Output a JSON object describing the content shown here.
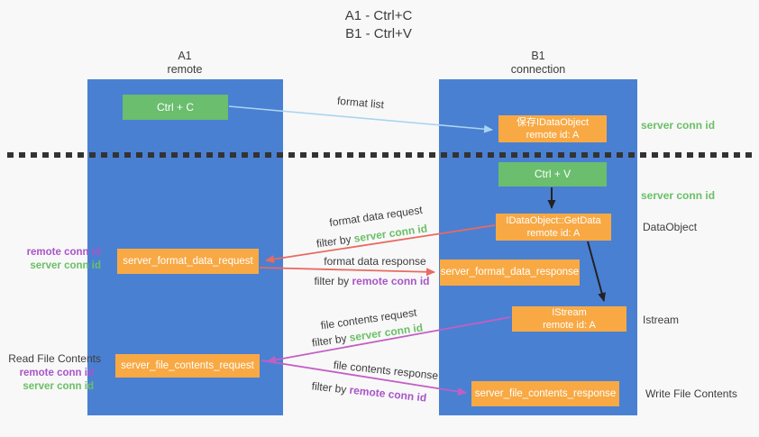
{
  "title": {
    "line1": "A1 - Ctrl+C",
    "line2": "B1 - Ctrl+V"
  },
  "lanes": {
    "a": {
      "id": "A1",
      "role": "remote"
    },
    "b": {
      "id": "B1",
      "role": "connection"
    }
  },
  "nodes": {
    "ctrl_c": {
      "label": "Ctrl + C"
    },
    "ctrl_v": {
      "label": "Ctrl + V"
    },
    "save_idataobject": {
      "line1": "保存IDataObject",
      "line2": "remote id: A"
    },
    "idataobject_getdata": {
      "line1": "IDataObject::GetData",
      "line2": "remote id: A"
    },
    "istream": {
      "line1": "IStream",
      "line2": "remote id: A"
    },
    "server_format_data_request": {
      "label": "server_format_data_request"
    },
    "server_format_data_response": {
      "label": "server_format_data_response"
    },
    "server_file_contents_request": {
      "label": "server_file_contents_request"
    },
    "server_file_contents_response": {
      "label": "server_file_contents_response"
    }
  },
  "edge_labels": {
    "format_list": "format list",
    "format_data_request": "format data request",
    "format_data_response": "format data response",
    "file_contents_request": "file contents request",
    "file_contents_response": "file contents response",
    "filter_by": "filter by",
    "server_conn_id": "server conn id",
    "remote_conn_id": "remote conn id"
  },
  "side_labels": {
    "left": {
      "remote_conn_id": "remote conn id",
      "server_conn_id": "server conn id",
      "read_file_contents": "Read File Contents",
      "remote_conn_id2": "remote conn id",
      "server_conn_id2": "server conn id"
    },
    "right": {
      "server_conn_id_top": "server conn id",
      "server_conn_id_mid": "server conn id",
      "dataobject": "DataObject",
      "istream": "Istream",
      "write_file_contents": "Write File Contents"
    }
  },
  "colors": {
    "background": "#f8f8f8",
    "lane_blue": "#4a80d2",
    "box_green": "#6abe6e",
    "box_orange": "#f8a944",
    "arrow_light_blue": "#aad4f0",
    "arrow_red": "#e96a5f",
    "arrow_magenta": "#c35fc4",
    "arrow_black": "#222222",
    "text_green": "#6abf66",
    "text_purple": "#a855c8",
    "text_dark": "#3d3d3d"
  }
}
